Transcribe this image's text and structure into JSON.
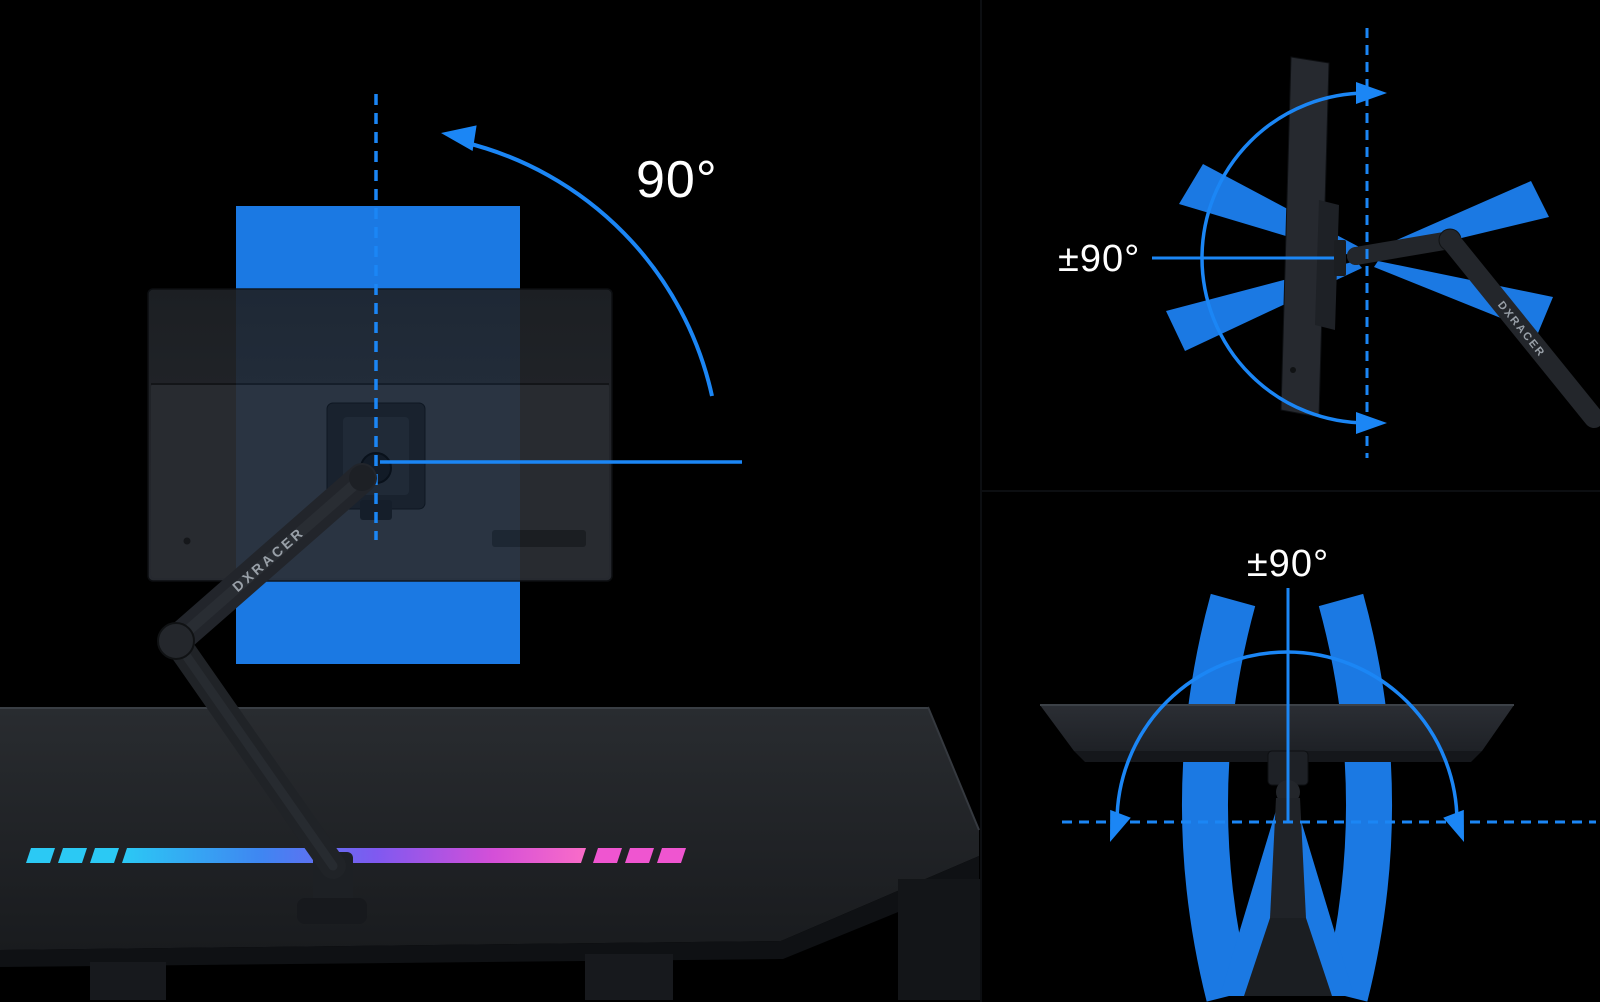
{
  "title": "Monitor arm rotation ranges infographic",
  "colors": {
    "background": "#000000",
    "accent_blue": "#1b86f5",
    "ghost_blue": "#1b79e3",
    "monitor_body": "#26292e",
    "arm_dark": "#22252b",
    "desk_top": "#25282c",
    "label_white": "#ffffff",
    "rgb_strip_start": "#2bc9f4",
    "rgb_strip_mid": "#8059f0",
    "rgb_strip_end": "#fa6cc8"
  },
  "panels": {
    "pivot": {
      "angle_label": "90°",
      "brand_label": "DXRACER"
    },
    "tilt": {
      "angle_label": "±90°",
      "brand_label": "DXRACER"
    },
    "swivel": {
      "angle_label": "±90°"
    }
  }
}
